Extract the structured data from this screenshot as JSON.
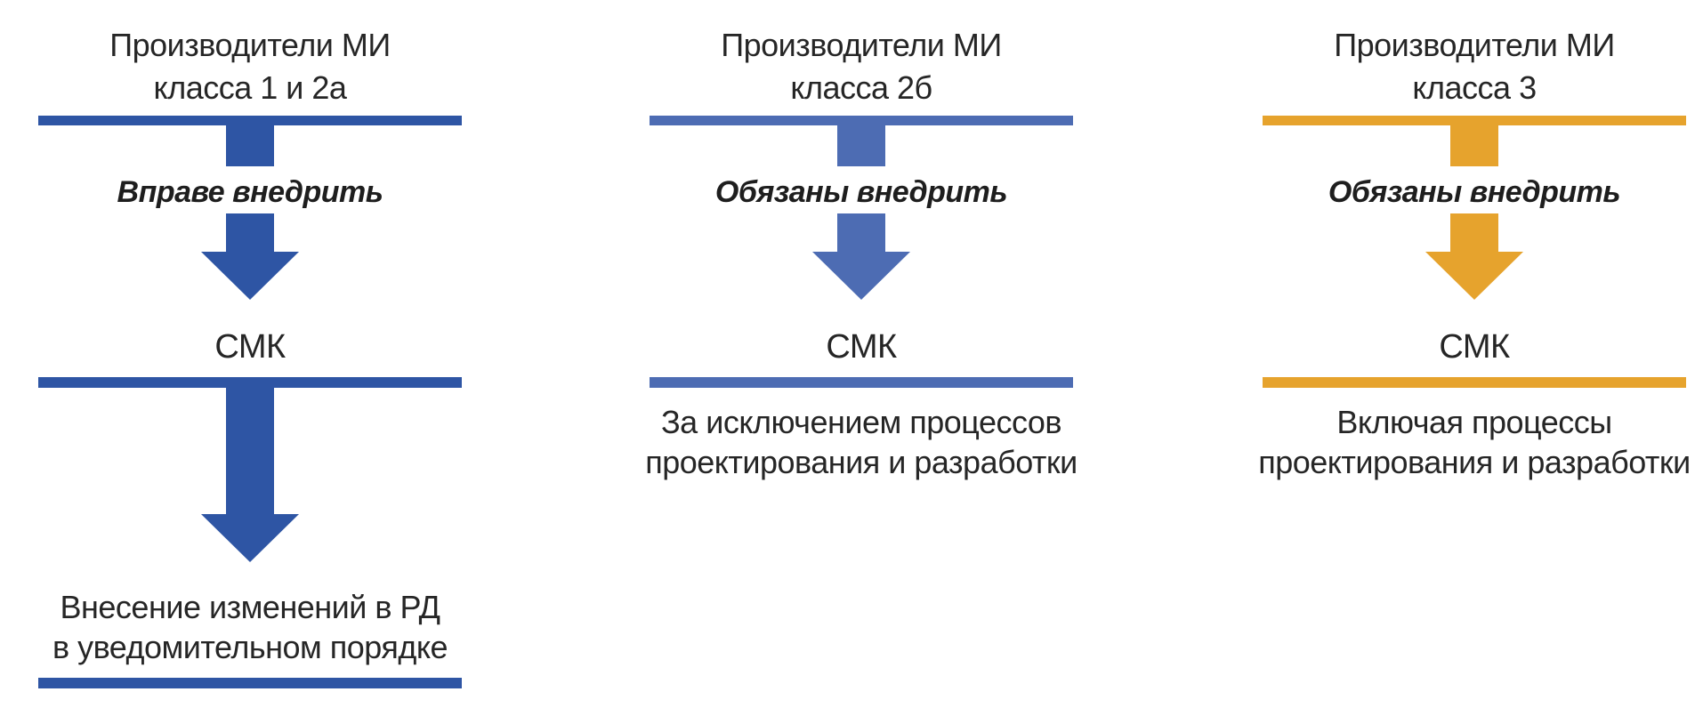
{
  "diagram": {
    "text_color": "#262626",
    "background": "#ffffff"
  },
  "columns": [
    {
      "id": "class-1-2a",
      "color": "#2e55a4",
      "title": [
        "Производители МИ",
        "класса 1 и 2а"
      ],
      "arrow_label": "Вправе внедрить",
      "smk": "СМК",
      "note": [
        "Внесение изменений в РД",
        "в уведомительном порядке"
      ]
    },
    {
      "id": "class-2b",
      "color": "#4d6cb3",
      "title": [
        "Производители МИ",
        "класса 2б"
      ],
      "arrow_label": "Обязаны внедрить",
      "smk": "СМК",
      "note": [
        "За исключением процессов",
        "проектирования и разработки"
      ]
    },
    {
      "id": "class-3",
      "color": "#e6a32d",
      "title": [
        "Производители МИ",
        "класса 3"
      ],
      "arrow_label": "Обязаны внедрить",
      "smk": "СМК",
      "note": [
        "Включая процессы",
        "проектирования и разработки"
      ]
    }
  ]
}
